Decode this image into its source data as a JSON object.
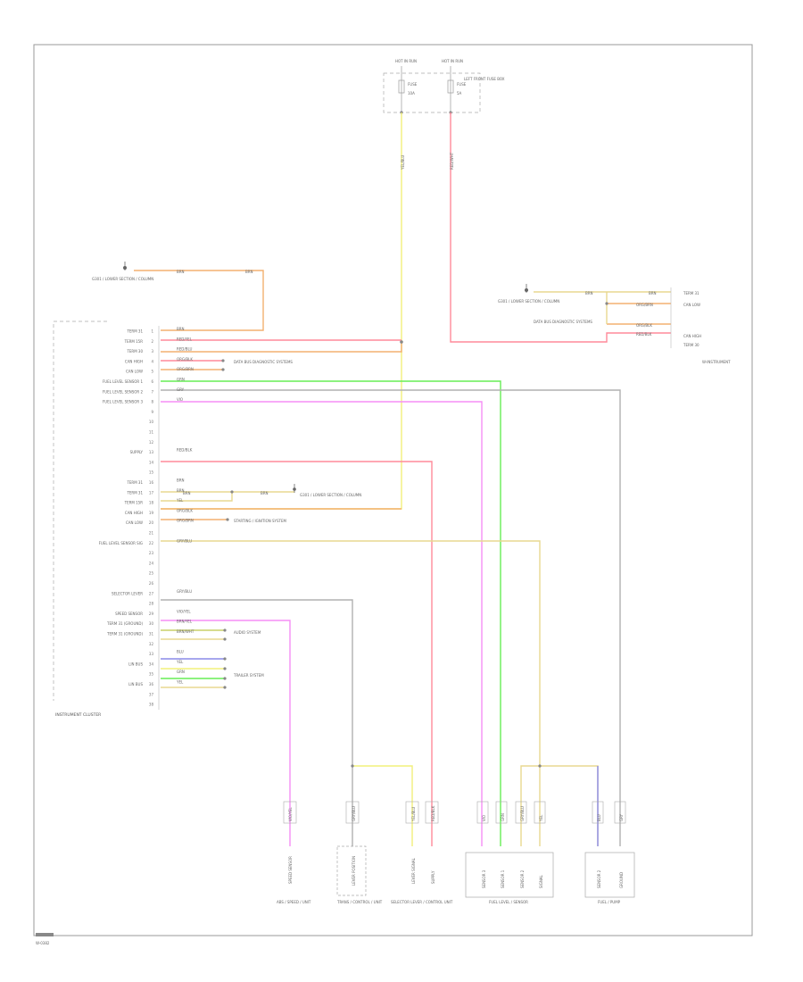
{
  "colors": {
    "frame": "#9a9a9a",
    "yellow": "#f2f07a",
    "red": "#ff8a9a",
    "orange": "#f3b070",
    "green": "#66ee55",
    "pink": "#f58ef5",
    "grey": "#b0b0b0",
    "blue": "#8a8ae8",
    "tan": "#e8d890",
    "olive": "#c8d068"
  },
  "fuse_box": {
    "hot_a": "HOT IN RUN",
    "hot_b": "HOT IN RUN",
    "fuse_a": "FUSE",
    "fuse_b": "FUSE",
    "amp_a": "10A",
    "amp_b": "5A",
    "title": "LEFT FRONT FUSE BOX",
    "wire_a": "YEL/BLU",
    "wire_b": "RED/WHT"
  },
  "ground_top": {
    "code": "BRN",
    "code2": "BRN",
    "label": "G301 / LOWER SECTION / COLUMN"
  },
  "cluster": {
    "title": "INSTRUMENT CLUSTER",
    "pins": [
      {
        "n": "1",
        "name": "TERM 31",
        "wire": "BRN"
      },
      {
        "n": "2",
        "name": "TERM 15R",
        "wire": "RED/YEL"
      },
      {
        "n": "3",
        "name": "TERM 30",
        "wire": "RED/BLU"
      },
      {
        "n": "4",
        "name": "CAN HIGH",
        "wire": "ORG/BLK"
      },
      {
        "n": "5",
        "name": "CAN LOW",
        "wire": "ORG/BRN"
      },
      {
        "n": "6",
        "name": "FUEL LEVEL SENSOR 1",
        "wire": "GRN"
      },
      {
        "n": "7",
        "name": "FUEL LEVEL SENSOR 2",
        "wire": "GRY"
      },
      {
        "n": "8",
        "name": "FUEL LEVEL SENSOR 3",
        "wire": "VIO"
      },
      {
        "n": "9",
        "name": "",
        "wire": ""
      },
      {
        "n": "10",
        "name": "",
        "wire": ""
      },
      {
        "n": "11",
        "name": "",
        "wire": ""
      },
      {
        "n": "12",
        "name": "",
        "wire": ""
      },
      {
        "n": "13",
        "name": "SUPPLY",
        "wire": "RED/BLK"
      },
      {
        "n": "14",
        "name": "",
        "wire": ""
      },
      {
        "n": "15",
        "name": "",
        "wire": ""
      },
      {
        "n": "16",
        "name": "TERM 31",
        "wire": "BRN"
      },
      {
        "n": "17",
        "name": "TERM 31",
        "wire": "BRN"
      },
      {
        "n": "18",
        "name": "TERM 15R",
        "wire": "YEL"
      },
      {
        "n": "19",
        "name": "CAN HIGH",
        "wire": "ORG/BLK"
      },
      {
        "n": "20",
        "name": "CAN LOW",
        "wire": "ORG/BRN"
      },
      {
        "n": "21",
        "name": "",
        "wire": ""
      },
      {
        "n": "22",
        "name": "FUEL LEVEL SENSOR SIG",
        "wire": "GRY/BLU"
      },
      {
        "n": "23",
        "name": "",
        "wire": ""
      },
      {
        "n": "24",
        "name": "",
        "wire": ""
      },
      {
        "n": "25",
        "name": "",
        "wire": ""
      },
      {
        "n": "26",
        "name": "",
        "wire": ""
      },
      {
        "n": "27",
        "name": "SELECTOR LEVER",
        "wire": "GRY/BLU"
      },
      {
        "n": "28",
        "name": "",
        "wire": ""
      },
      {
        "n": "29",
        "name": "SPEED SENSOR",
        "wire": "VIO/YEL"
      },
      {
        "n": "30",
        "name": "TERM 31 (GROUND)",
        "wire": "BRN/YEL"
      },
      {
        "n": "31",
        "name": "TERM 31 (GROUND)",
        "wire": "BRN/WHT"
      },
      {
        "n": "32",
        "name": "",
        "wire": ""
      },
      {
        "n": "33",
        "name": "",
        "wire": "BLU"
      },
      {
        "n": "34",
        "name": "LIN BUS",
        "wire": "YEL"
      },
      {
        "n": "35",
        "name": "",
        "wire": "GRN"
      },
      {
        "n": "36",
        "name": "LIN BUS",
        "wire": "YEL"
      },
      {
        "n": "37",
        "name": "",
        "wire": ""
      },
      {
        "n": "38",
        "name": "",
        "wire": ""
      }
    ]
  },
  "notes": {
    "data_bus": "DATA BUS DIAGNOSTIC SYSTEMS",
    "ground_mid": "G301 / LOWER SECTION / COLUMN",
    "starting": "STARTING / IGNITION SYSTEM",
    "audio": "AUDIO SYSTEM",
    "trailer": "TRAILER SYSTEM",
    "dim_code": "BRN",
    "dim_code2": "BRN"
  },
  "right_side": {
    "ground_label": "G301 / LOWER SECTION / COLUMN",
    "data_bus": "DATA BUS DIAGNOSTIC SYSTEMS",
    "term31": "TERM 31",
    "canlow": "CAN LOW",
    "canhigh": "CAN HIGH",
    "term30": "TERM 30",
    "sheet": "W-INSTRUMENT",
    "wire1": "BRN",
    "wire2": "ORG/BRN",
    "wire3": "ORG/BLK",
    "wire4": "RED/BLK",
    "code": "BRN"
  },
  "components": [
    {
      "id": "abs",
      "label": "ABS / SPEED / UNIT",
      "pin": "SPEED SENSOR",
      "wire": "VIO/YEL"
    },
    {
      "id": "tcm",
      "label": "TRANS / CONTROL / UNIT",
      "pin": "LEVER POSITION",
      "wire": "GRY/BLU"
    },
    {
      "id": "sel",
      "label": "SELECTOR LEVER / CONTROL UNIT",
      "pin1": "LEVER SIGNAL",
      "pin2": "SUPPLY",
      "wire1": "YEL/BLU",
      "wire2": "RED/BLK"
    },
    {
      "id": "fls",
      "label": "FUEL LEVEL / SENSOR",
      "pins": [
        "SENSOR 3",
        "SENSOR 1",
        "SENSOR 2",
        "SIGNAL"
      ],
      "wires": [
        "VIO",
        "GRN",
        "GRY/BLU",
        "YEL"
      ]
    },
    {
      "id": "fp",
      "label": "FUEL / PUMP",
      "pins": [
        "SENSOR 2",
        "GROUND"
      ],
      "wires": [
        "BLU",
        "GRY"
      ]
    }
  ],
  "footer": {
    "code": "W-0382"
  }
}
